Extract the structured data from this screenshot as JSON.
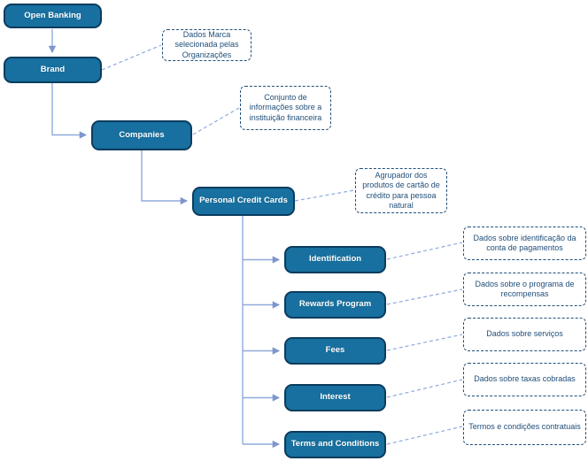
{
  "diagram": {
    "type": "tree-flowchart",
    "nodes": [
      {
        "id": "open-banking",
        "label": "Open Banking"
      },
      {
        "id": "brand",
        "label": "Brand"
      },
      {
        "id": "companies",
        "label": "Companies"
      },
      {
        "id": "personal-credit-cards",
        "label": "Personal Credit Cards"
      },
      {
        "id": "identification",
        "label": "Identification"
      },
      {
        "id": "rewards-program",
        "label": "Rewards Program"
      },
      {
        "id": "fees",
        "label": "Fees"
      },
      {
        "id": "interest",
        "label": "Interest"
      },
      {
        "id": "terms-and-conditions",
        "label": "Terms and Conditions"
      }
    ],
    "edges": [
      [
        "Open Banking",
        "Brand"
      ],
      [
        "Brand",
        "Companies"
      ],
      [
        "Companies",
        "Personal Credit Cards"
      ],
      [
        "Personal Credit Cards",
        "Identification"
      ],
      [
        "Personal Credit Cards",
        "Rewards Program"
      ],
      [
        "Personal Credit Cards",
        "Fees"
      ],
      [
        "Personal Credit Cards",
        "Interest"
      ],
      [
        "Personal Credit Cards",
        "Terms and Conditions"
      ]
    ],
    "annotations": [
      {
        "for": "Brand",
        "text": "Dados Marca selecionada pelas Organizações"
      },
      {
        "for": "Companies",
        "text": "Conjunto de informações sobre a instituição financeira"
      },
      {
        "for": "Personal Credit Cards",
        "text": "Agrupador dos produtos de cartão de crédito para pessoa natural"
      },
      {
        "for": "Identification",
        "text": "Dados sobre identificação da conta de pagamentos"
      },
      {
        "for": "Rewards Program",
        "text": "Dados sobre o programa de recompensas"
      },
      {
        "for": "Fees",
        "text": "Dados sobre serviços"
      },
      {
        "for": "Interest",
        "text": "Dados sobre taxas cobradas"
      },
      {
        "for": "Terms and Conditions",
        "text": "Termos e condições contratuais"
      }
    ],
    "colors": {
      "node_fill": "#17709F",
      "node_border": "#0C3C5E",
      "node_text": "#FFFFFF",
      "note_border": "#1F4E79",
      "note_text": "#1F4E79",
      "connector": "#8FAADC",
      "arrow": "#7E96CE",
      "bg": "#FFFFFF"
    }
  }
}
